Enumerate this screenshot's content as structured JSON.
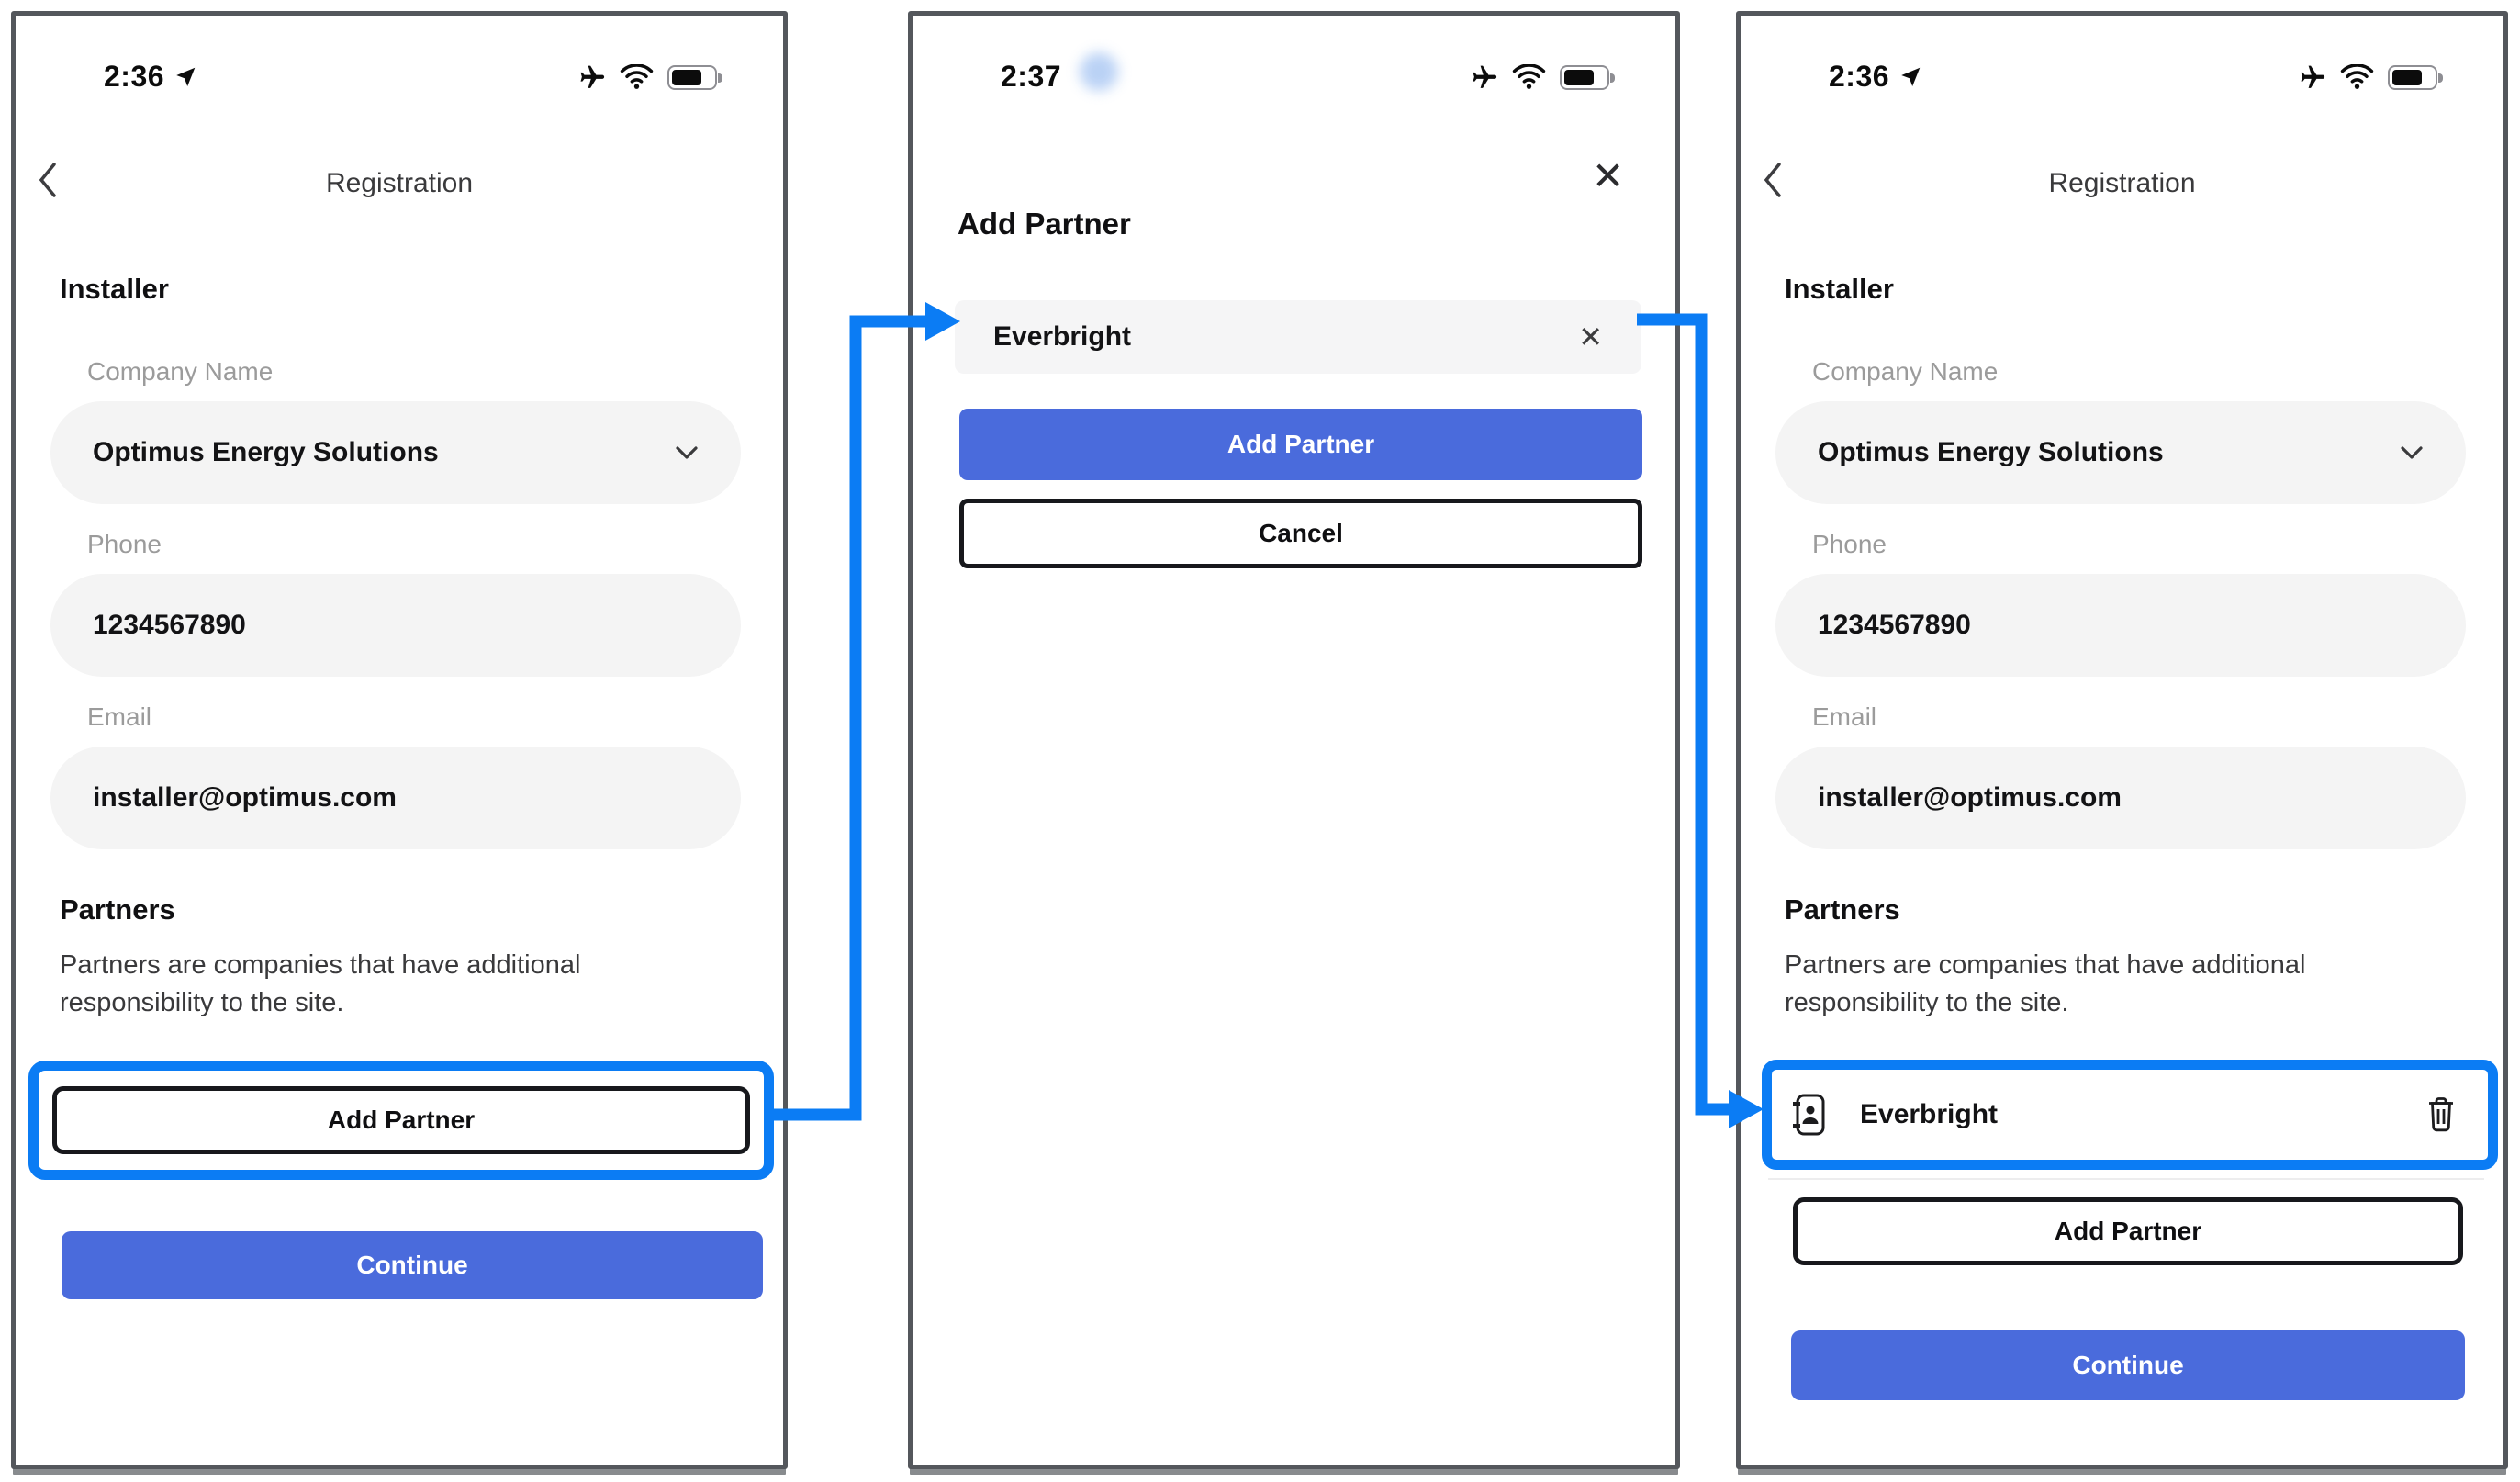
{
  "colors": {
    "annotation_blue": "#0b7cf4",
    "primary_blue": "#4a6bdc",
    "field_background": "#f4f4f4",
    "frame_border": "#54575c"
  },
  "left_screen": {
    "status_bar": {
      "time": "2:36",
      "icons": [
        "location-arrow-icon",
        "airplane-icon",
        "wifi-icon",
        "battery-icon"
      ]
    },
    "nav": {
      "back_icon": "chevron-left-icon",
      "title": "Registration"
    },
    "installer_section": {
      "heading": "Installer",
      "company_field": {
        "label": "Company Name",
        "value": "Optimus Energy Solutions",
        "dropdown_icon": "chevron-down-icon"
      },
      "phone_field": {
        "label": "Phone",
        "value": "1234567890"
      },
      "email_field": {
        "label": "Email",
        "value": "installer@optimus.com"
      }
    },
    "partners_section": {
      "heading": "Partners",
      "description": "Partners are companies that have additional responsibility to the site.",
      "add_partner_button": "Add Partner"
    },
    "continue_button": "Continue"
  },
  "middle_screen": {
    "status_bar": {
      "time": "2:37",
      "icons": [
        "airplane-icon",
        "wifi-icon",
        "battery-icon"
      ]
    },
    "close_icon": "✕",
    "title": "Add Partner",
    "partner_input": {
      "value": "Everbright",
      "clear_icon": "✕"
    },
    "add_partner_button": "Add Partner",
    "cancel_button": "Cancel"
  },
  "right_screen": {
    "status_bar": {
      "time": "2:36",
      "icons": [
        "location-arrow-icon",
        "airplane-icon",
        "wifi-icon",
        "battery-icon"
      ]
    },
    "nav": {
      "back_icon": "chevron-left-icon",
      "title": "Registration"
    },
    "installer_section": {
      "heading": "Installer",
      "company_field": {
        "label": "Company Name",
        "value": "Optimus Energy Solutions",
        "dropdown_icon": "chevron-down-icon"
      },
      "phone_field": {
        "label": "Phone",
        "value": "1234567890"
      },
      "email_field": {
        "label": "Email",
        "value": "installer@optimus.com"
      }
    },
    "partners_section": {
      "heading": "Partners",
      "description": "Partners are companies that have additional responsibility to the site.",
      "partner_row": {
        "name": "Everbright",
        "icons": [
          "contact-card-icon",
          "trash-icon"
        ]
      },
      "add_partner_button": "Add Partner"
    },
    "continue_button": "Continue"
  }
}
